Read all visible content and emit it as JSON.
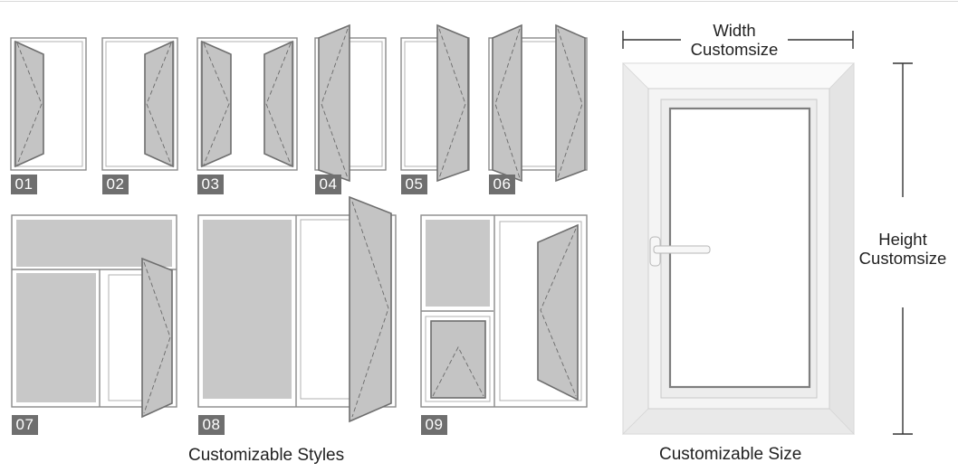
{
  "styles": {
    "caption": "Customizable Styles",
    "items": [
      {
        "label": "01"
      },
      {
        "label": "02"
      },
      {
        "label": "03"
      },
      {
        "label": "04"
      },
      {
        "label": "05"
      },
      {
        "label": "06"
      },
      {
        "label": "07"
      },
      {
        "label": "08"
      },
      {
        "label": "09"
      }
    ]
  },
  "size": {
    "caption": "Customizable Size",
    "width_label": "Width",
    "width_sub": "Customsize",
    "height_label": "Height",
    "height_sub": "Customsize"
  },
  "colors": {
    "badge": "#6f6f6f",
    "glass_fill": "#c8c8c8",
    "frame_stroke": "#8a8a8a"
  }
}
